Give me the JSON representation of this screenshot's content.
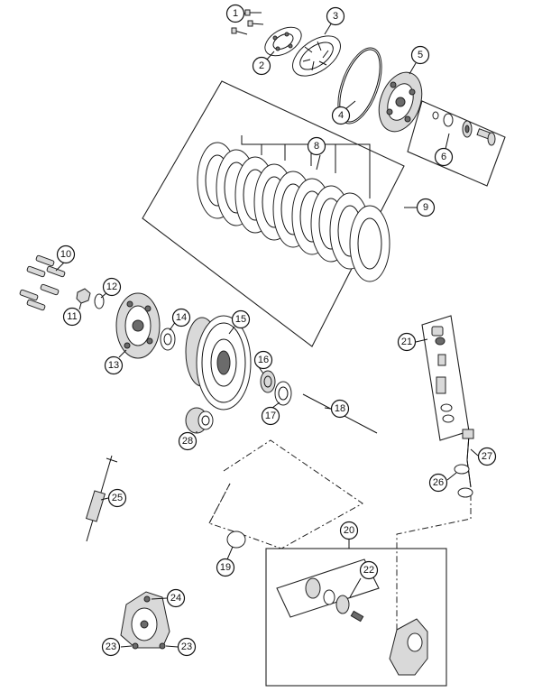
{
  "callouts": [
    {
      "id": "c1",
      "label": "1"
    },
    {
      "id": "c2",
      "label": "2"
    },
    {
      "id": "c3",
      "label": "3"
    },
    {
      "id": "c4",
      "label": "4"
    },
    {
      "id": "c5",
      "label": "5"
    },
    {
      "id": "c6",
      "label": "6"
    },
    {
      "id": "c8",
      "label": "8"
    },
    {
      "id": "c9",
      "label": "9"
    },
    {
      "id": "c10",
      "label": "10"
    },
    {
      "id": "c11",
      "label": "11"
    },
    {
      "id": "c12",
      "label": "12"
    },
    {
      "id": "c13",
      "label": "13"
    },
    {
      "id": "c14",
      "label": "14"
    },
    {
      "id": "c15",
      "label": "15"
    },
    {
      "id": "c16",
      "label": "16"
    },
    {
      "id": "c17",
      "label": "17"
    },
    {
      "id": "c18",
      "label": "18"
    },
    {
      "id": "c19",
      "label": "19"
    },
    {
      "id": "c20",
      "label": "20"
    },
    {
      "id": "c21",
      "label": "21"
    },
    {
      "id": "c22",
      "label": "22"
    },
    {
      "id": "c23a",
      "label": "23"
    },
    {
      "id": "c23b",
      "label": "23"
    },
    {
      "id": "c24",
      "label": "24"
    },
    {
      "id": "c25",
      "label": "25"
    },
    {
      "id": "c26",
      "label": "26"
    },
    {
      "id": "c27",
      "label": "27"
    },
    {
      "id": "c28",
      "label": "28"
    }
  ]
}
